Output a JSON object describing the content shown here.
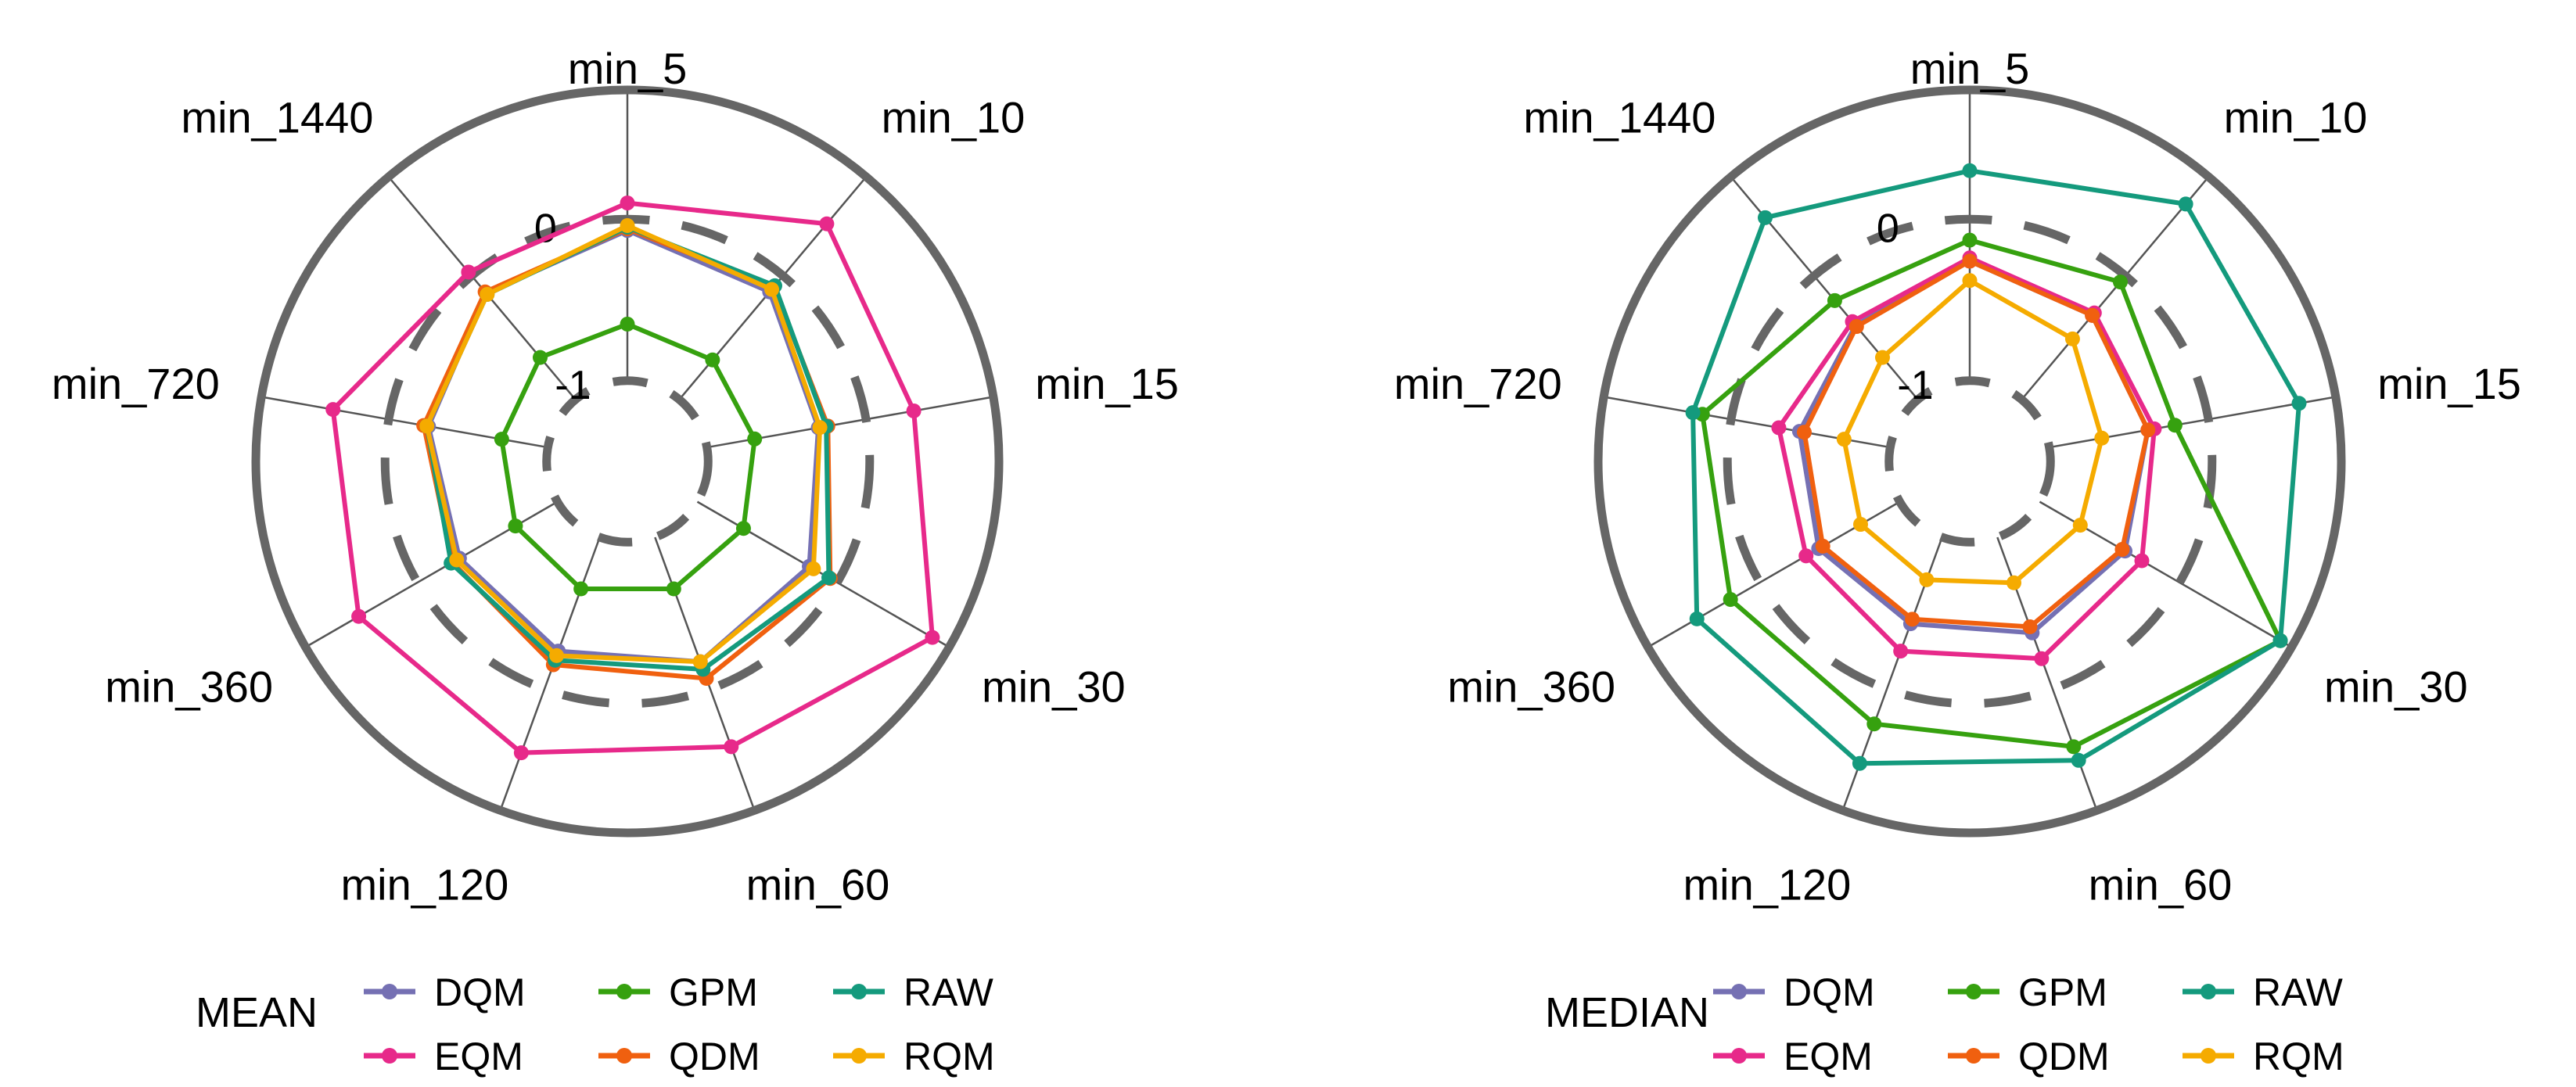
{
  "colors": {
    "DQM": "#7570b3",
    "EQM": "#e7298a",
    "GPM": "#36a10f",
    "QDM": "#f0600f",
    "RAW": "#149a7d",
    "RQM": "#f5ab00",
    "frame": "#666666",
    "spoke": "#555555"
  },
  "chart_data": [
    {
      "type": "radar",
      "title": "",
      "categories": [
        "min_5",
        "min_10",
        "min_15",
        "min_30",
        "min_60",
        "min_120",
        "min_360",
        "min_720",
        "min_1440"
      ],
      "ring_labels": [
        "0",
        "-1"
      ],
      "ring_values": [
        0,
        -1
      ],
      "rlim": [
        -1.5,
        0.8
      ],
      "grid": true,
      "legend": {
        "title": "MEAN",
        "placement": "bottom",
        "entries": [
          "DQM",
          "GPM",
          "RAW",
          "EQM",
          "QDM",
          "RQM"
        ]
      },
      "series": [
        {
          "name": "DQM",
          "values": [
            -0.07,
            -0.13,
            -0.3,
            -0.2,
            -0.18,
            -0.25,
            -0.3,
            -0.25,
            -0.14
          ]
        },
        {
          "name": "EQM",
          "values": [
            0.1,
            0.42,
            0.3,
            0.68,
            0.38,
            0.42,
            0.42,
            0.35,
            0.03
          ]
        },
        {
          "name": "GPM",
          "values": [
            -0.65,
            -0.68,
            -0.7,
            -0.67,
            -0.66,
            -0.66,
            -0.7,
            -0.71,
            -0.66
          ]
        },
        {
          "name": "QDM",
          "values": [
            -0.06,
            -0.09,
            -0.24,
            -0.05,
            -0.07,
            -0.16,
            -0.25,
            -0.22,
            -0.13
          ]
        },
        {
          "name": "RAW",
          "values": [
            -0.05,
            -0.08,
            -0.25,
            -0.06,
            -0.13,
            -0.19,
            -0.24,
            -0.24,
            -0.15
          ]
        },
        {
          "name": "RQM",
          "values": [
            -0.04,
            -0.11,
            -0.29,
            -0.17,
            -0.18,
            -0.22,
            -0.28,
            -0.24,
            -0.15
          ]
        }
      ]
    },
    {
      "type": "radar",
      "title": "",
      "categories": [
        "min_5",
        "min_10",
        "min_15",
        "min_30",
        "min_60",
        "min_120",
        "min_360",
        "min_720",
        "min_1440"
      ],
      "ring_labels": [
        "0",
        "-1"
      ],
      "ring_values": [
        0,
        -1
      ],
      "rlim": [
        -1.5,
        0.8
      ],
      "grid": true,
      "legend": {
        "title": "MEDIAN",
        "placement": "bottom",
        "entries": [
          "DQM",
          "GPM",
          "RAW",
          "EQM",
          "QDM",
          "RQM"
        ]
      },
      "series": [
        {
          "name": "DQM",
          "values": [
            -0.26,
            -0.32,
            -0.38,
            -0.39,
            -0.37,
            -0.43,
            -0.42,
            -0.43,
            -0.4
          ]
        },
        {
          "name": "EQM",
          "values": [
            -0.24,
            -0.3,
            -0.34,
            -0.27,
            -0.2,
            -0.25,
            -0.33,
            -0.3,
            -0.37
          ]
        },
        {
          "name": "GPM",
          "values": [
            -0.13,
            -0.05,
            -0.21,
            0.72,
            0.38,
            0.23,
            0.21,
            0.18,
            -0.2
          ]
        },
        {
          "name": "QDM",
          "values": [
            -0.26,
            -0.32,
            -0.38,
            -0.41,
            -0.41,
            -0.46,
            -0.45,
            -0.46,
            -0.41
          ]
        },
        {
          "name": "RAW",
          "values": [
            0.3,
            0.58,
            0.57,
            0.72,
            0.47,
            0.49,
            0.45,
            0.24,
            0.47
          ]
        },
        {
          "name": "RQM",
          "values": [
            -0.38,
            -0.51,
            -0.67,
            -0.71,
            -0.7,
            -0.72,
            -0.72,
            -0.71,
            -0.66
          ]
        }
      ]
    }
  ]
}
